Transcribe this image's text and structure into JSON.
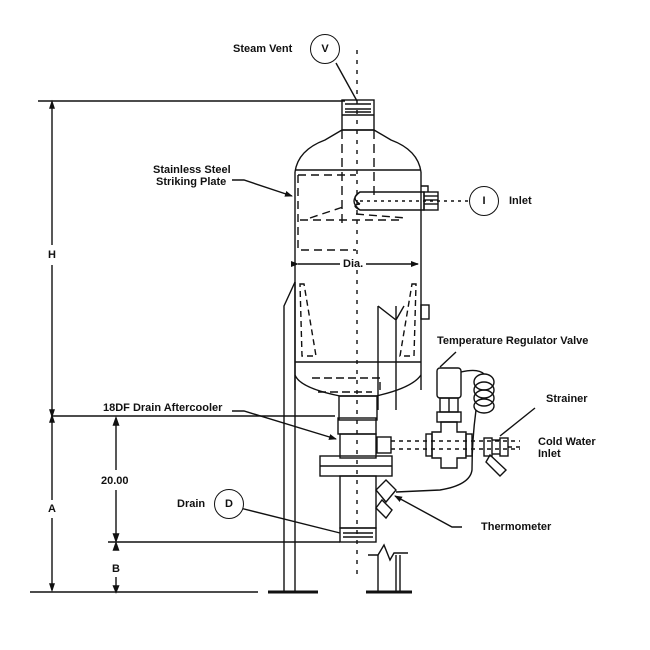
{
  "diagram": {
    "type": "engineering-schematic",
    "subject": "Flash tank with drain aftercooler",
    "labels": {
      "steam_vent": "Steam Vent",
      "striking_plate_line1": "Stainless Steel",
      "striking_plate_line2": "Striking Plate",
      "inlet": "Inlet",
      "diameter": "Dia.",
      "temp_regulator_valve": "Temperature Regulator Valve",
      "strainer": "Strainer",
      "cold_water_inlet_line1": "Cold Water",
      "cold_water_inlet_line2": "Inlet",
      "drain_aftercooler": "18DF Drain Aftercooler",
      "drain": "Drain",
      "thermometer": "Thermometer"
    },
    "connection_markers": {
      "vent": "V",
      "inlet": "I",
      "drain": "D"
    },
    "dimensions": {
      "height": "H",
      "aftercooler_height": "A",
      "drain_height": "20.00",
      "base_offset": "B"
    },
    "colors": {
      "ink": "#111111",
      "paper": "#ffffff"
    }
  }
}
